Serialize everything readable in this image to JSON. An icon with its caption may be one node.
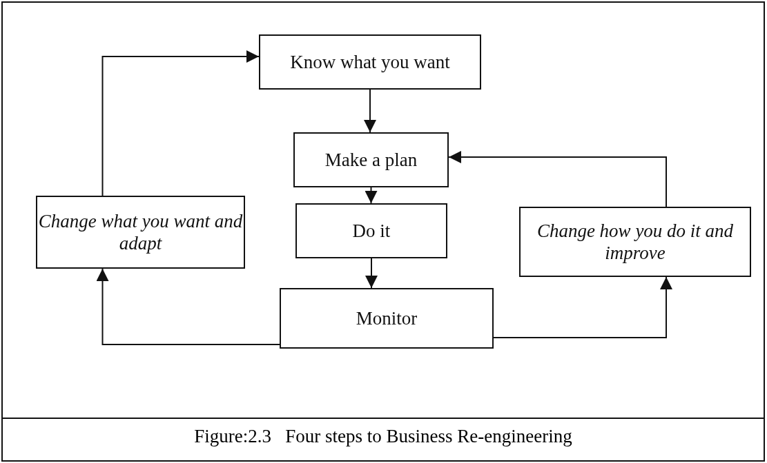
{
  "diagram": {
    "caption": "Figure:2.3   Four steps to Business Re-engineering",
    "nodes": [
      {
        "text": [
          "Know what you want"
        ]
      },
      {
        "text": [
          "Make a plan"
        ]
      },
      {
        "text": [
          "Change what you want and adapt"
        ]
      },
      {
        "text": [
          "Change how you do it and improve"
        ]
      },
      {
        "text": [
          "Do it"
        ]
      },
      {
        "text": [
          "Monitor"
        ]
      }
    ],
    "edges": [
      {
        "from": 0,
        "to": 1,
        "arrow": "to"
      },
      {
        "from": 1,
        "to": 4,
        "arrow": "to"
      },
      {
        "from": 4,
        "to": 5,
        "arrow": "to"
      },
      {
        "from": 5,
        "to": 2,
        "arrow": "to"
      },
      {
        "from": 5,
        "to": 3,
        "arrow": "to"
      },
      {
        "from": 2,
        "to": 0,
        "arrow": "to"
      },
      {
        "from": 3,
        "to": 1,
        "arrow": "to"
      }
    ]
  }
}
